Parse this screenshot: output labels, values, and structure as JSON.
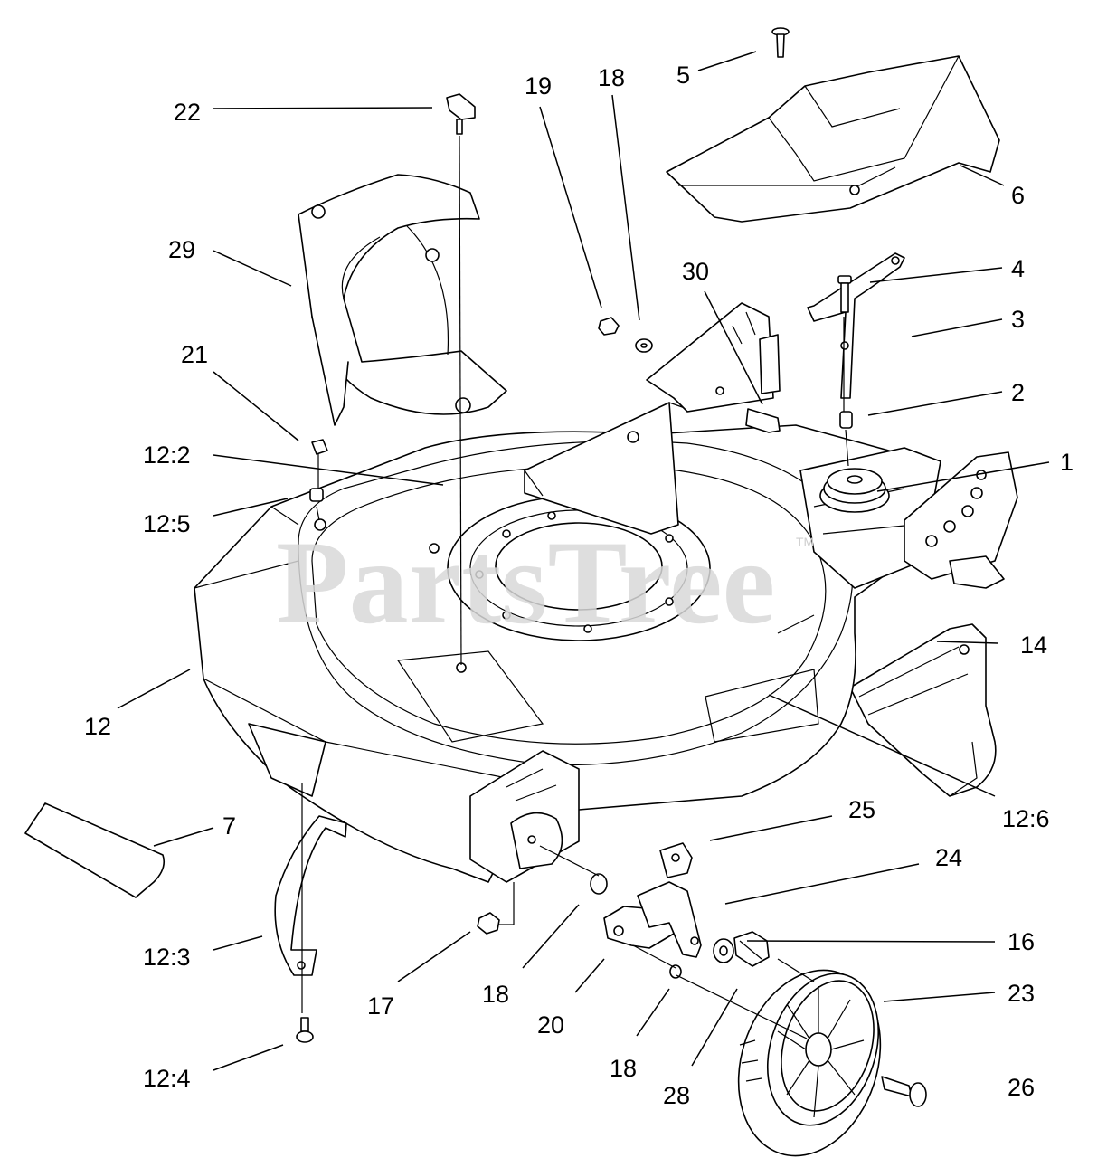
{
  "watermark": {
    "text": "PartsTree",
    "mark": "TM"
  },
  "callouts": [
    {
      "id": "c1",
      "label": "1"
    },
    {
      "id": "c2",
      "label": "2"
    },
    {
      "id": "c3",
      "label": "3"
    },
    {
      "id": "c4",
      "label": "4"
    },
    {
      "id": "c5",
      "label": "5"
    },
    {
      "id": "c6",
      "label": "6"
    },
    {
      "id": "c7",
      "label": "7"
    },
    {
      "id": "c12",
      "label": "12"
    },
    {
      "id": "c12_2",
      "label": "12:2"
    },
    {
      "id": "c12_3",
      "label": "12:3"
    },
    {
      "id": "c12_4",
      "label": "12:4"
    },
    {
      "id": "c12_5",
      "label": "12:5"
    },
    {
      "id": "c12_6",
      "label": "12:6"
    },
    {
      "id": "c14",
      "label": "14"
    },
    {
      "id": "c16",
      "label": "16"
    },
    {
      "id": "c17",
      "label": "17"
    },
    {
      "id": "c18a",
      "label": "18"
    },
    {
      "id": "c18b",
      "label": "18"
    },
    {
      "id": "c18c",
      "label": "18"
    },
    {
      "id": "c19",
      "label": "19"
    },
    {
      "id": "c20",
      "label": "20"
    },
    {
      "id": "c21",
      "label": "21"
    },
    {
      "id": "c22",
      "label": "22"
    },
    {
      "id": "c23",
      "label": "23"
    },
    {
      "id": "c24",
      "label": "24"
    },
    {
      "id": "c25",
      "label": "25"
    },
    {
      "id": "c26",
      "label": "26"
    },
    {
      "id": "c28",
      "label": "28"
    },
    {
      "id": "c29",
      "label": "29"
    },
    {
      "id": "c30",
      "label": "30"
    }
  ]
}
